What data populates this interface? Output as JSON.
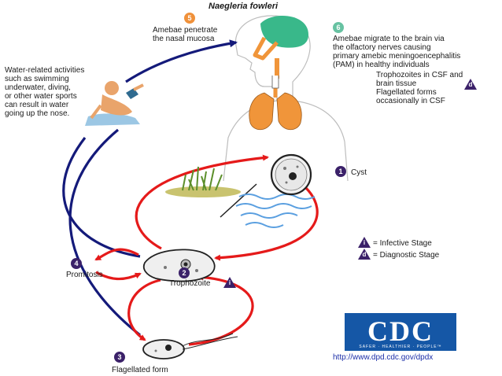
{
  "title": "Naegleria fowleri",
  "colors": {
    "red_arrow": "#e51a1a",
    "blue_arrow": "#141a7a",
    "stage_badge": "#3b2169",
    "lungs": "#f0953a",
    "brain": "#39b88a",
    "cdc_blue": "#1557a6"
  },
  "steps": [
    {
      "n": "1",
      "label": "Cyst"
    },
    {
      "n": "2",
      "label": "Trophozoite"
    },
    {
      "n": "3",
      "label": "Flagellated form"
    },
    {
      "n": "4",
      "label": "Promitosis"
    },
    {
      "n": "5",
      "label": "Amebae penetrate\nthe nasal mucosa"
    },
    {
      "n": "6",
      "label": "Amebae migrate to the brain via\nthe olfactory nerves causing\nprimary amebic meningoencephalitis\n(PAM) in healthy individuals"
    }
  ],
  "water_text": "Water-related activities\nsuch as swimming\nunderwater, diving,\nor other water sports\ncan result in water\ngoing up the nose.",
  "diagnostic_text": "Trophozoites in CSF and\nbrain tissue\nFlagellated forms\noccasionally in CSF",
  "legend": {
    "infective": {
      "letter": "i",
      "label": "= Infective Stage"
    },
    "diagnostic": {
      "letter": "d",
      "label": "= Diagnostic Stage"
    }
  },
  "cdc": {
    "logo": "CDC",
    "tagline": "SAFER · HEALTHIER · PEOPLE™",
    "url": "http://www.dpd.cdc.gov/dpdx"
  }
}
